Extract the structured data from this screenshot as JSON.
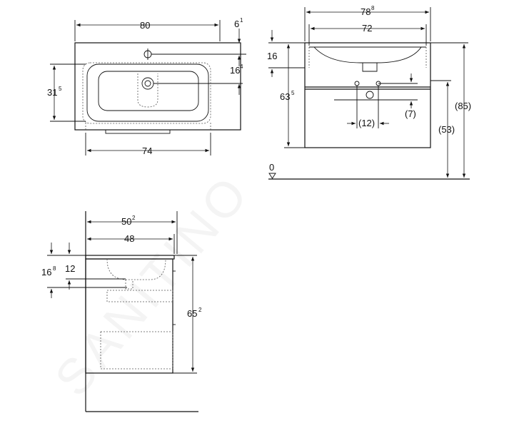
{
  "watermark": "SANITINO",
  "top_view": {
    "width": "80",
    "tap_offset_base": "6",
    "tap_offset_sup": "1",
    "bowl_depth_base": "31",
    "bowl_depth_sup": "5",
    "tap_to_bowl_base": "16",
    "tap_to_bowl_sup": "4",
    "bowl_width": "74"
  },
  "front_view": {
    "outer_width_base": "78",
    "outer_width_sup": "8",
    "inner_width": "72",
    "top_drop": "16",
    "height_base": "63",
    "height_sup": "5",
    "total_height": "(85)",
    "cabinet_height": "(53)",
    "handle_drop": "(7)",
    "handle_spacing": "(12)",
    "floor_mark": "0"
  },
  "side_view": {
    "depth_base": "50",
    "depth_sup": "2",
    "inner_depth": "48",
    "waste_drop_base": "16",
    "waste_drop_sup": "8",
    "top_thickness": "12",
    "height_base": "65",
    "height_sup": "2"
  }
}
